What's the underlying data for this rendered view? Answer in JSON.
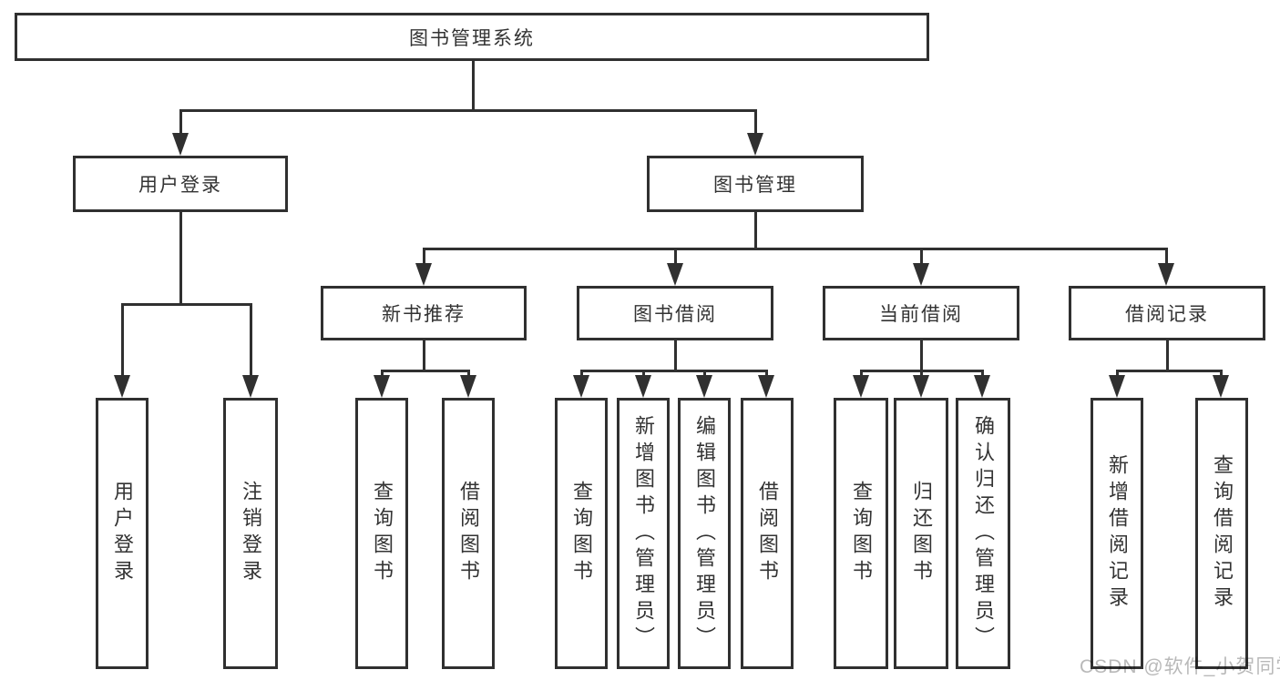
{
  "colors": {
    "line": "#303030",
    "text": "#333333",
    "box_background": "#ffffff",
    "watermark_text_color": "#b9b9b9"
  },
  "diagram": {
    "title": "图书管理系统",
    "branches": [
      {
        "label": "用户登录",
        "children": [
          {
            "label": "用户登录"
          },
          {
            "label": "注销登录"
          }
        ]
      },
      {
        "label": "图书管理",
        "children": [
          {
            "label": "新书推荐",
            "children": [
              {
                "label": "查询图书"
              },
              {
                "label": "借阅图书"
              }
            ]
          },
          {
            "label": "图书借阅",
            "children": [
              {
                "label": "查询图书"
              },
              {
                "label": "新增图书（管理员）"
              },
              {
                "label": "编辑图书（管理员）"
              },
              {
                "label": "借阅图书"
              }
            ]
          },
          {
            "label": "当前借阅",
            "children": [
              {
                "label": "查询图书"
              },
              {
                "label": "归还图书"
              },
              {
                "label": "确认归还（管理员）"
              }
            ]
          },
          {
            "label": "借阅记录",
            "children": [
              {
                "label": "新增借阅记录"
              },
              {
                "label": "查询借阅记录"
              }
            ]
          }
        ]
      }
    ]
  },
  "watermark": {
    "text": "CSDN @软件_小贺同学"
  }
}
